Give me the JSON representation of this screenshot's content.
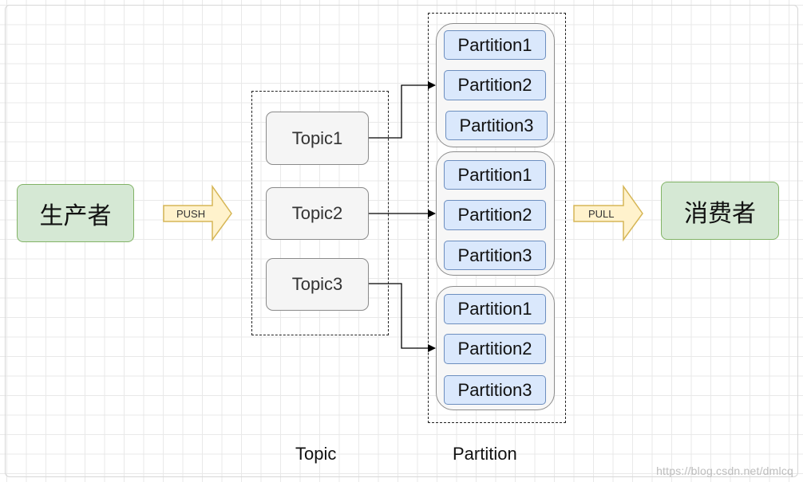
{
  "producer": "生产者",
  "consumer": "消费者",
  "push_label": "PUSH",
  "pull_label": "PULL",
  "topics": [
    "Topic1",
    "Topic2",
    "Topic3"
  ],
  "partition_groups": [
    [
      "Partition1",
      "Partition2",
      "Partition3"
    ],
    [
      "Partition1",
      "Partition2",
      "Partition3"
    ],
    [
      "Partition1",
      "Partition2",
      "Partition3"
    ]
  ],
  "captions": {
    "topic": "Topic",
    "partition": "Partition"
  },
  "watermark": "https://blog.csdn.net/dmlcq",
  "colors": {
    "producer_fill": "#d5e8d4",
    "producer_stroke": "#82b366",
    "partition_fill": "#dae8fc",
    "partition_stroke": "#6c8ebf",
    "arrow_fill": "#fff2cc",
    "arrow_stroke": "#d6b656"
  }
}
